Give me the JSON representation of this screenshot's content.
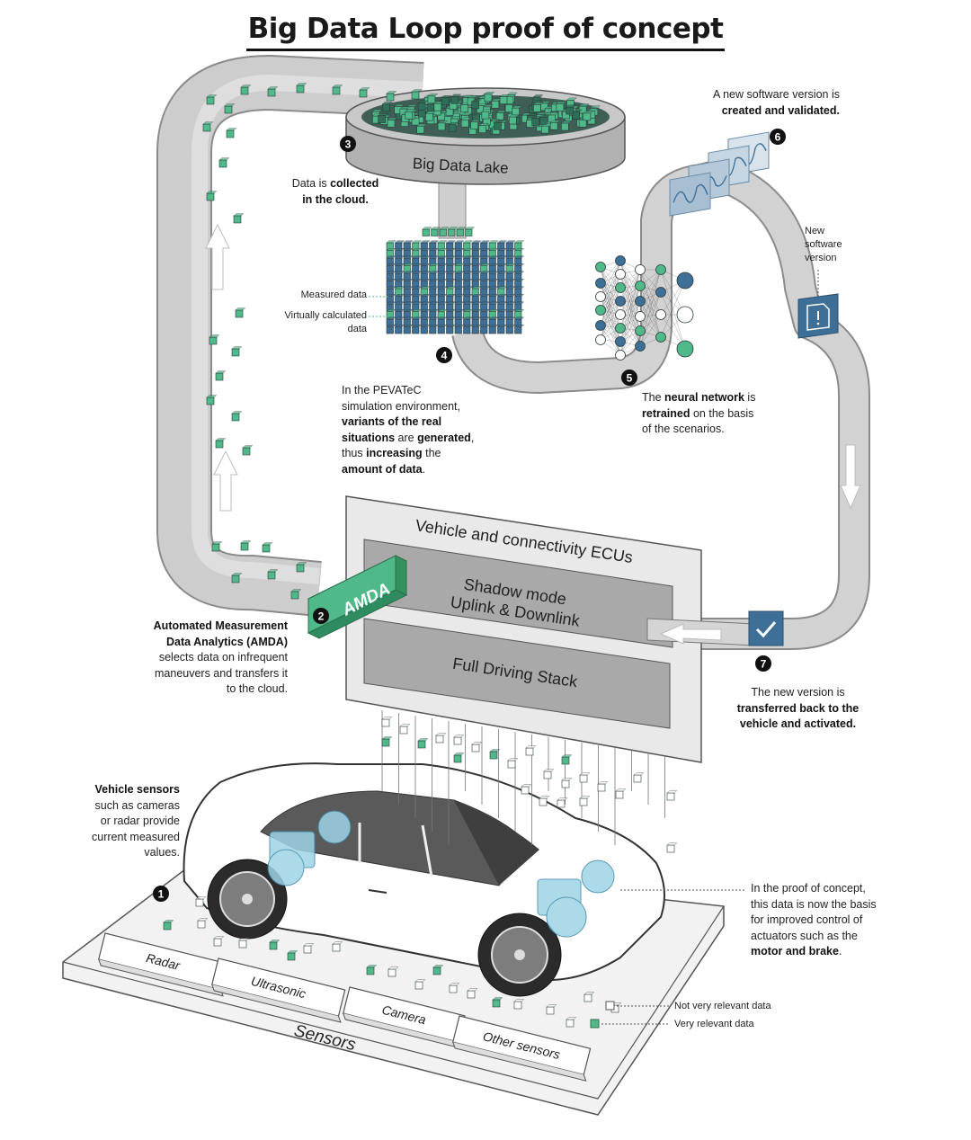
{
  "title": "Big Data Loop proof of concept",
  "components": {
    "lake": "Big Data Lake",
    "amda_box": "AMDA",
    "ecu_title": "Vehicle and connectivity ECUs",
    "shadow_line1": "Shadow mode",
    "shadow_line2": "Uplink & Downlink",
    "full_stack": "Full Driving Stack",
    "sensors_platform": "Sensors",
    "sensor_boxes": [
      "Radar",
      "Ultrasonic",
      "Camera",
      "Other sensors"
    ]
  },
  "steps": [
    "1",
    "2",
    "3",
    "4",
    "5",
    "6",
    "7"
  ],
  "labels": {
    "measured_data": "Measured data",
    "virtual_data_l1": "Virtually calculated",
    "virtual_data_l2": "data",
    "new_sw_l1": "New",
    "new_sw_l2": "software",
    "new_sw_l3": "version",
    "not_relevant": "Not very relevant data",
    "very_relevant": "Very relevant data"
  },
  "annotations": {
    "a3_pre": "Data is ",
    "a3_bold1": "collected",
    "a3_bold2": "in the cloud.",
    "a4_l1": "In the PEVATeC",
    "a4_l2": "simulation environment,",
    "a4_b1": "variants of the real",
    "a4_b2": "situations",
    "a4_m1": " are ",
    "a4_b3": "generated",
    "a4_m2": ",",
    "a4_l3": "thus ",
    "a4_b4": "increasing",
    "a4_m3": " the",
    "a4_b5": "amount of data",
    "a4_end": ".",
    "a5_pre": "The ",
    "a5_b1": "neural network",
    "a5_m1": " is",
    "a5_b2": "retrained",
    "a5_m2": " on the basis",
    "a5_l3": "of the scenarios.",
    "a6_l1": "A new software version is",
    "a6_b1": "created and validated.",
    "a2_b1": "Automated Measurement",
    "a2_b2": "Data Analytics (AMDA)",
    "a2_l3": "selects data on infrequent",
    "a2_l4": "maneuvers and transfers it",
    "a2_l5": "to the cloud.",
    "a7_l1": "The new version is",
    "a7_b1": "transferred back to the",
    "a7_b2": "vehicle and activated.",
    "a1_b1": "Vehicle sensors",
    "a1_l2": "such as cameras",
    "a1_l3": "or radar provide",
    "a1_l4": "current measured",
    "a1_l5": "values.",
    "act_l1": "In the proof of concept,",
    "act_l2": "this data is now the basis",
    "act_l3": "for improved control of",
    "act_l4": "actuators such as the",
    "act_b1": "motor and brake",
    "act_end": "."
  },
  "colors": {
    "relevant_green": "#4fb98a",
    "measured_blue": "#3d6f97",
    "pipe_gray": "#c9c9c9",
    "ecu_gray": "#a8a8a8"
  }
}
